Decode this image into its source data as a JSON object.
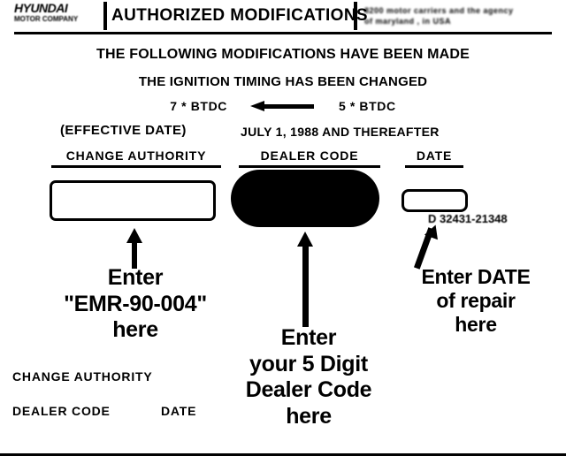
{
  "document": {
    "kind": "authorized-modifications-label-instruction-sheet"
  },
  "header": {
    "brand_name": "HYUNDAI",
    "brand_sub": "MOTOR COMPANY",
    "title": "AUTHORIZED  MODIFICATIONS",
    "address_line_1": "8200 motor carriers and  the agency",
    "address_line_2": "of maryland , in USA"
  },
  "statements": {
    "line_1": "THE FOLLOWING MODIFICATIONS HAVE BEEN MADE",
    "line_2": "THE IGNITION TIMING HAS BEEN CHANGED"
  },
  "timing": {
    "from_value": "7 * BTDC",
    "to_value": "5 * BTDC",
    "arrow_icon": "left-arrow-icon"
  },
  "effective": {
    "label": "(EFFECTIVE  DATE)",
    "value": "JULY 1, 1988  AND THEREAFTER"
  },
  "columns": {
    "change_authority": "CHANGE  AUTHORITY",
    "dealer_code": "DEALER  CODE",
    "date": "DATE"
  },
  "fields": {
    "change_authority_value": "",
    "change_authority_placeholder": "EMR-90-004",
    "dealer_code_value": "",
    "dealer_code_placeholder": "5 digit dealer code",
    "dealer_code_state": "redacted",
    "date_value": "",
    "date_placeholder": "date of repair",
    "form_part_number": "D 32431-21348"
  },
  "annotations": {
    "change_authority": {
      "line_1": "Enter",
      "line_2": "\"EMR-90-004\"",
      "line_3": "here",
      "arrow_icon": "arrow-up-icon"
    },
    "dealer_code": {
      "line_1": "Enter",
      "line_2": "your 5 Digit",
      "line_3": "Dealer Code",
      "line_4": "here",
      "arrow_icon": "arrow-up-icon"
    },
    "date": {
      "line_1": "Enter DATE",
      "line_2": "of repair",
      "line_3": "here",
      "arrow_icon": "arrow-up-right-icon"
    }
  },
  "bottom_labels": {
    "change_authority": "CHANGE  AUTHORITY",
    "dealer_code": "DEALER  CODE",
    "date": "DATE"
  },
  "colors": {
    "ink": "#000000",
    "paper": "#ffffff",
    "redaction": "#000000"
  }
}
